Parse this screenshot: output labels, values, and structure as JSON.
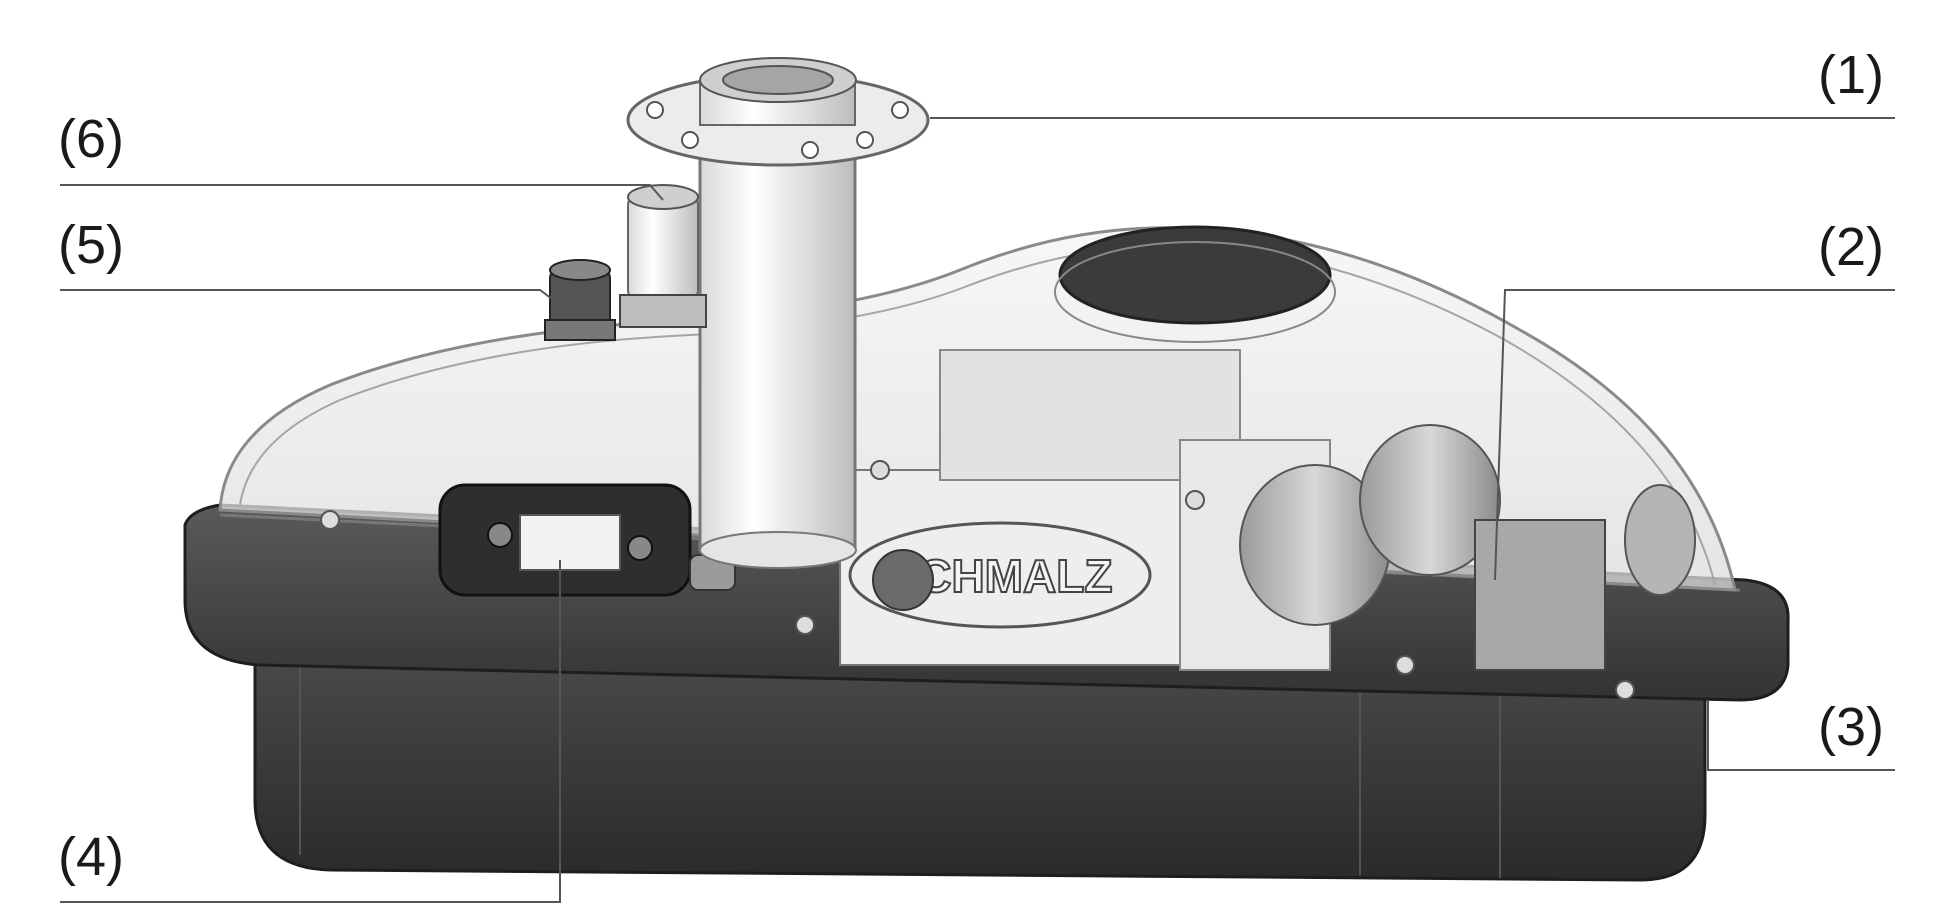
{
  "labels": {
    "l1": "(1)",
    "l2": "(2)",
    "l3": "(3)",
    "l4": "(4)",
    "l5": "(5)",
    "l6": "(6)"
  },
  "brand": {
    "logo_text": "SCHMALZ"
  },
  "colors": {
    "base": "#3a3a3a",
    "base_dark": "#262626",
    "metal": "#e6e6e6",
    "leader": "#555555"
  }
}
